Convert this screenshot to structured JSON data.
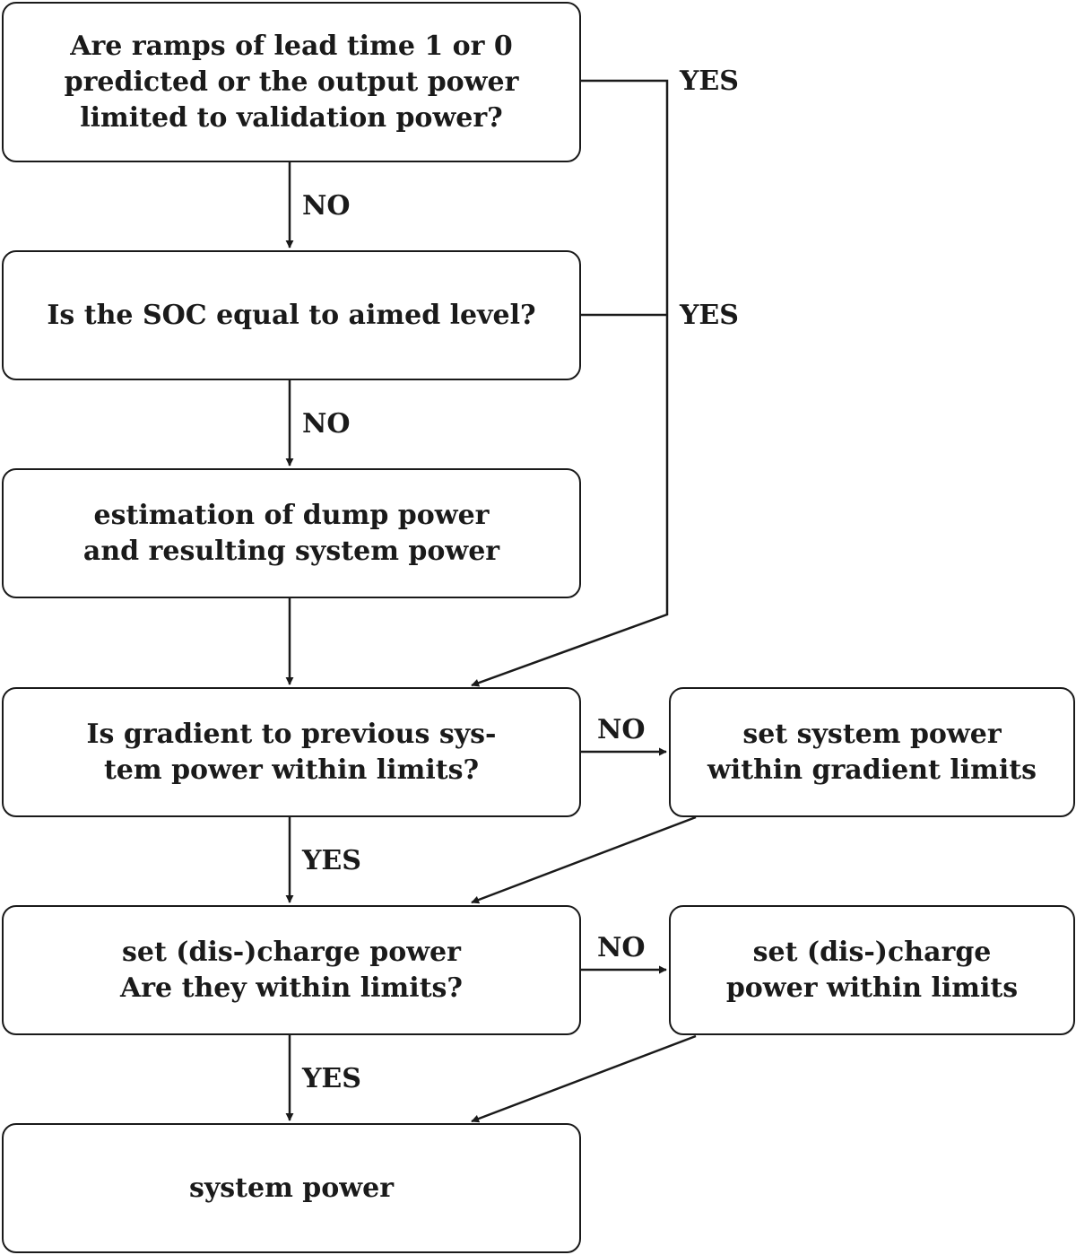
{
  "boxes": {
    "q_ramps": {
      "lines": [
        "Are ramps of lead time 1 or 0",
        "predicted or the output power",
        "limited to validation power?"
      ]
    },
    "q_soc": {
      "lines": [
        "Is the SOC equal to aimed level?"
      ]
    },
    "estimation": {
      "lines": [
        "estimation of dump power",
        "and resulting system power"
      ]
    },
    "q_gradient": {
      "lines": [
        "Is gradient to previous sys-",
        "tem power within limits?"
      ]
    },
    "set_gradient": {
      "lines": [
        "set system power",
        "within gradient limits"
      ]
    },
    "q_charge": {
      "lines": [
        "set (dis-)charge power",
        "Are they within limits?"
      ]
    },
    "set_charge": {
      "lines": [
        "set (dis-)charge",
        "power within limits"
      ]
    },
    "system_power": {
      "lines": [
        "system power"
      ]
    }
  },
  "edge_labels": {
    "ramps_yes": "YES",
    "ramps_no": "NO",
    "soc_yes": "YES",
    "soc_no": "NO",
    "gradient_no": "NO",
    "gradient_yes": "YES",
    "charge_no": "NO",
    "charge_yes": "YES"
  }
}
